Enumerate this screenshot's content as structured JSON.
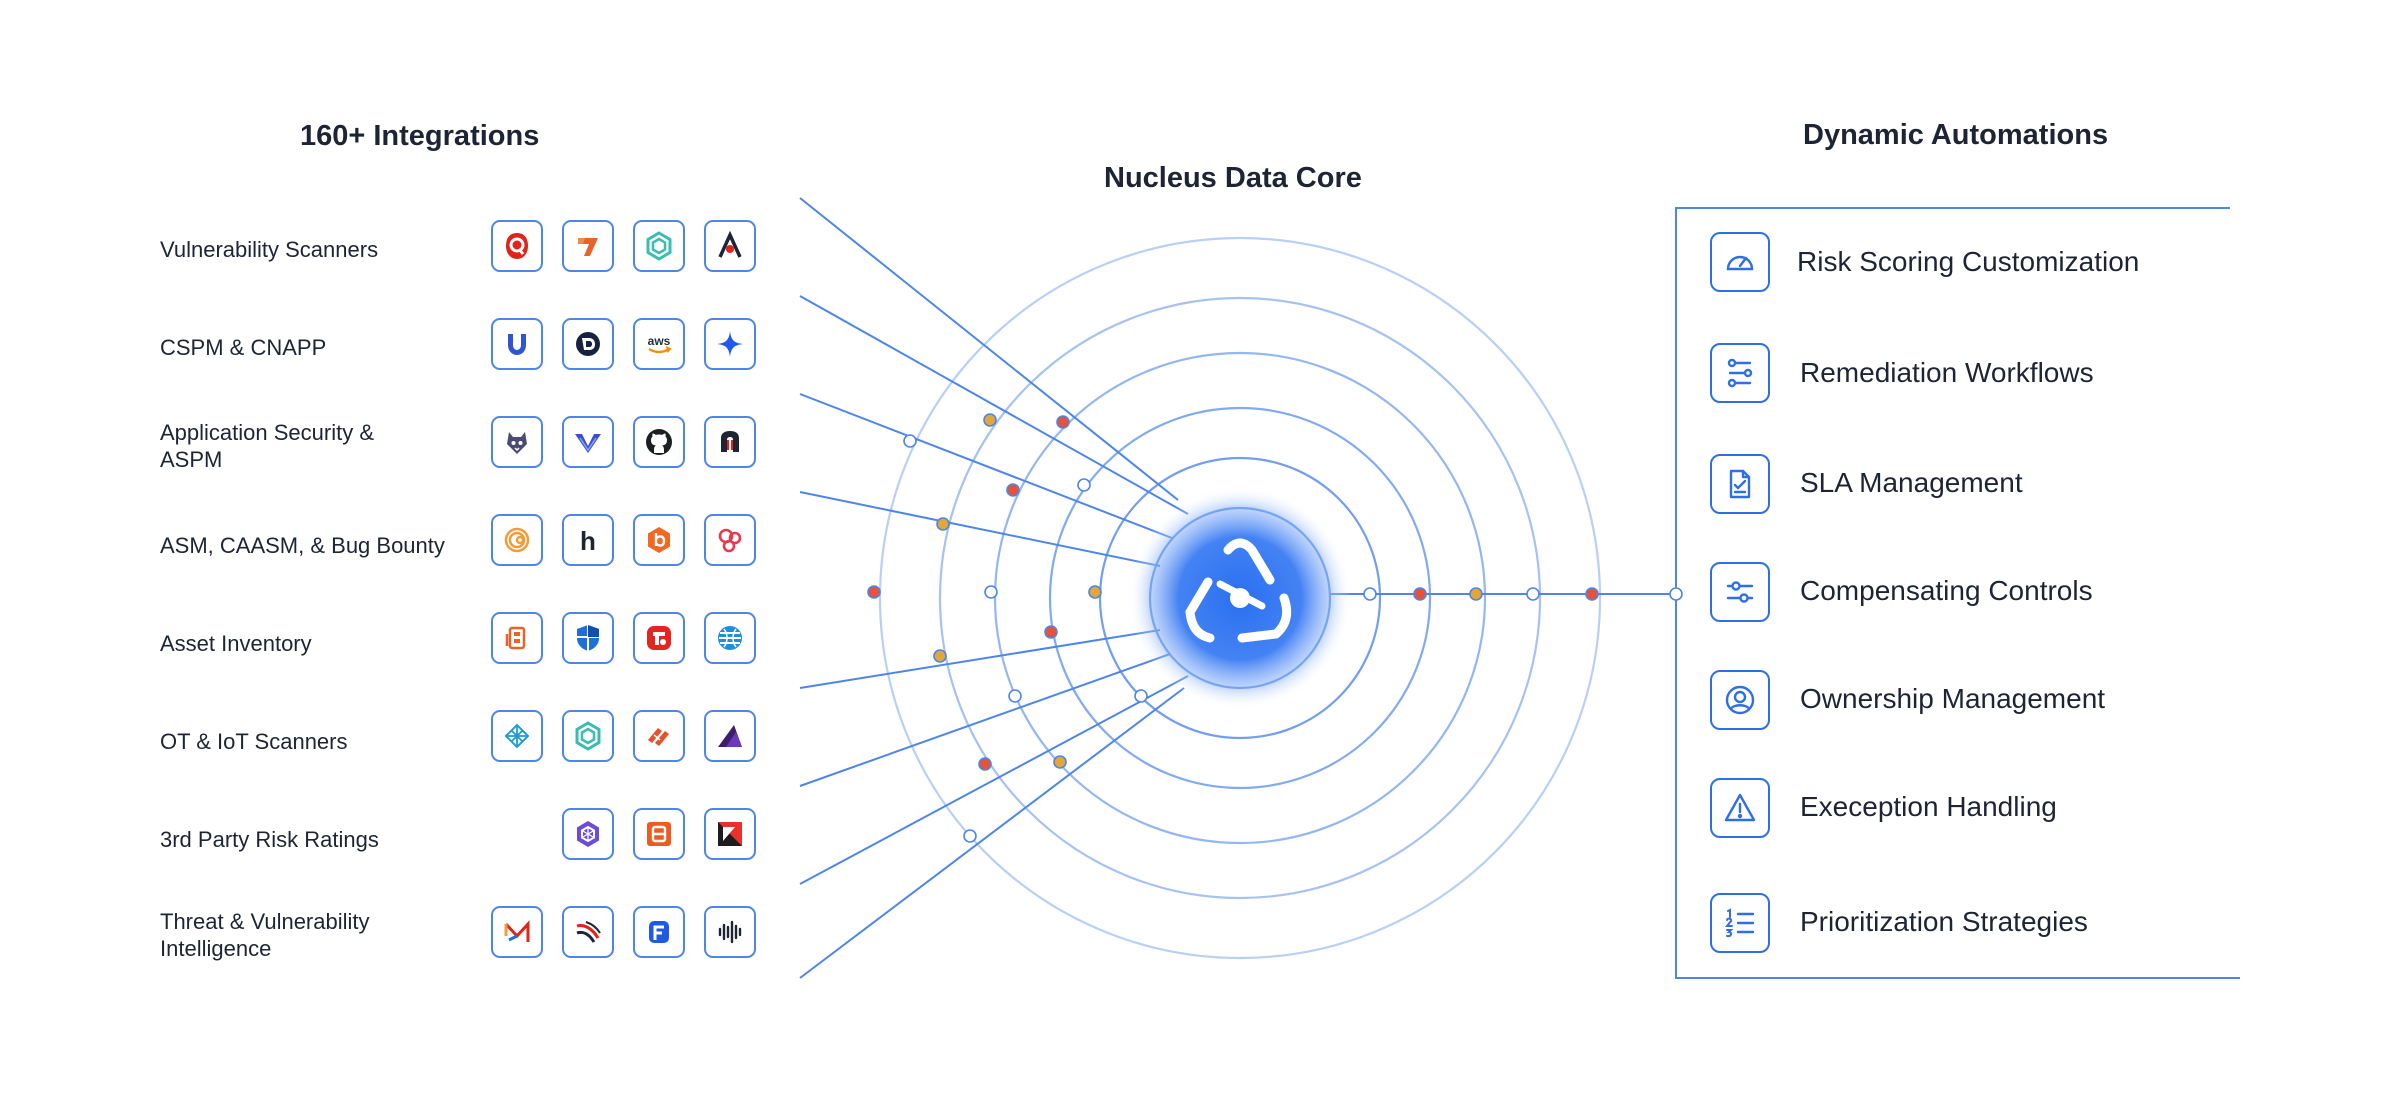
{
  "headings": {
    "integrations": "160+ Integrations",
    "core": "Nucleus Data Core",
    "automations": "Dynamic Automations"
  },
  "integrations": [
    {
      "label": "Vulnerability Scanners",
      "logos": [
        "qualys-logo",
        "rapid7-logo",
        "tenable-logo",
        "acunetix-logo"
      ]
    },
    {
      "label": "CSPM & CNAPP",
      "logos": [
        "upwind-logo",
        "orca-logo",
        "aws-logo",
        "wiz-logo"
      ],
      "aws_text": "aws"
    },
    {
      "label": "Application Security & ASPM",
      "logos": [
        "snyk-logo",
        "checkmarx-logo",
        "github-logo",
        "semgrep-logo"
      ]
    },
    {
      "label": "ASM, CAASM, & Bug Bounty",
      "logos": [
        "censys-logo",
        "hackerone-logo",
        "bugcrowd-logo",
        "axonius-logo"
      ],
      "hackerone_text": "h"
    },
    {
      "label": "Asset Inventory",
      "logos": [
        "servicenow-logo",
        "defender-logo",
        "armis-logo",
        "att-logo"
      ]
    },
    {
      "label": "OT & IoT Scanners",
      "logos": [
        "nozomi-logo",
        "tenable-ot-logo",
        "claroty-logo",
        "dragos-logo"
      ]
    },
    {
      "label": "3rd Party Risk Ratings",
      "logos": [
        "securityscorecard-logo",
        "bitsight-logo",
        "upguard-logo"
      ]
    },
    {
      "label": "Threat & Vulnerability Intelligence",
      "logos": [
        "mandiant-logo",
        "recorded-future-logo",
        "flashpoint-logo",
        "vulncheck-logo"
      ]
    }
  ],
  "automations": [
    {
      "label": "Risk Scoring Customization",
      "icon": "gauge-icon"
    },
    {
      "label": "Remediation Workflows",
      "icon": "workflow-icon"
    },
    {
      "label": "SLA Management",
      "icon": "document-check-icon"
    },
    {
      "label": "Compensating Controls",
      "icon": "sliders-icon"
    },
    {
      "label": "Ownership Management",
      "icon": "user-circle-icon"
    },
    {
      "label": "Exeception Handling",
      "icon": "warning-triangle-icon"
    },
    {
      "label": "Prioritization Strategies",
      "icon": "numbered-list-icon"
    }
  ],
  "colors": {
    "line": "#4d86e8",
    "core_blue": "#2a6ff0",
    "dot_red": "#e5533d",
    "dot_yellow": "#e2a63a",
    "dot_blue": "#ffffff"
  }
}
